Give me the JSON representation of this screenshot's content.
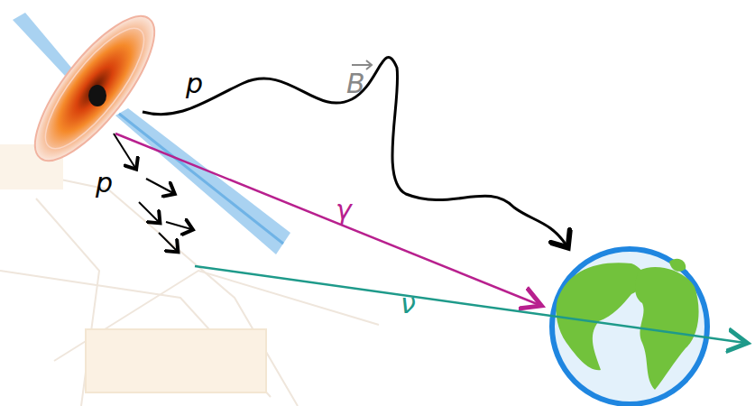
{
  "diagram": {
    "labels": [
      "p",
      "B",
      "p",
      "γ",
      "ν"
    ]
  }
}
